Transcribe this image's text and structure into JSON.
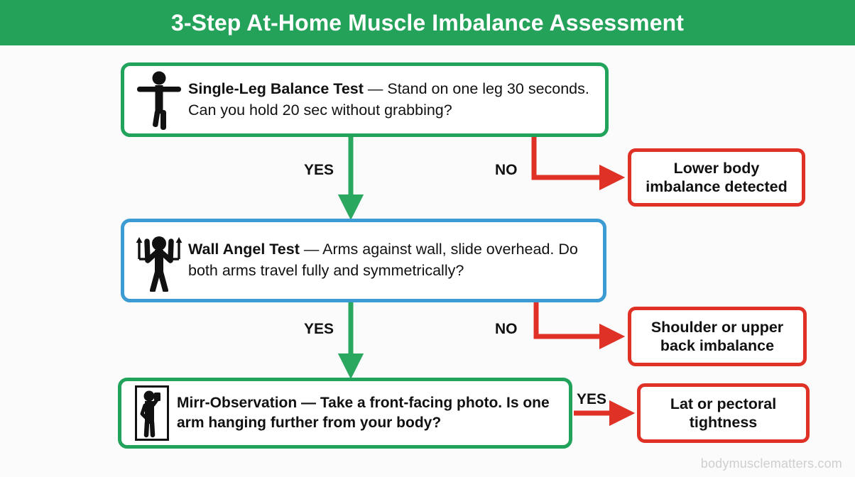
{
  "header": {
    "title": "3-Step At-Home Muscle Imbalance Assessment",
    "bg_color": "#25a25a",
    "text_color": "#ffffff"
  },
  "colors": {
    "green": "#22a35c",
    "blue": "#3d9bd4",
    "red": "#e03127",
    "background": "#fbfbfb",
    "text": "#111111",
    "watermark": "#cfcfcf"
  },
  "steps": [
    {
      "id": "step1",
      "icon": "person-one-leg-balance-icon",
      "border_color": "#22a35c",
      "lead": "Single-Leg Balance Test",
      "body": " — Stand on one leg 30 seconds. Can you hold 20 sec without grabbing?"
    },
    {
      "id": "step2",
      "icon": "person-arms-overhead-icon",
      "border_color": "#3d9bd4",
      "lead": "Wall Angel Test",
      "body": " — Arms against wall, slide overhead. Do both arms travel fully and symmetrically?"
    },
    {
      "id": "step3",
      "icon": "person-taking-photo-icon",
      "border_color": "#22a35c",
      "lead": "Mirr-Observation — Take a front-facing photo. Is one arm hanging further from your body?",
      "body": ""
    }
  ],
  "outcomes": [
    {
      "id": "out1",
      "line1": "Lower body",
      "line2": "imbalance detected"
    },
    {
      "id": "out2",
      "line1": "Shoulder or upper",
      "line2": "back imbalance"
    },
    {
      "id": "out3",
      "line1": "Lat or pectoral",
      "line2": "tightness"
    }
  ],
  "edges": {
    "yes_1": "YES",
    "no_1": "NO",
    "yes_2": "YES",
    "no_2": "NO",
    "yes_3": "YES"
  },
  "watermark": "bodymusclematters.com"
}
